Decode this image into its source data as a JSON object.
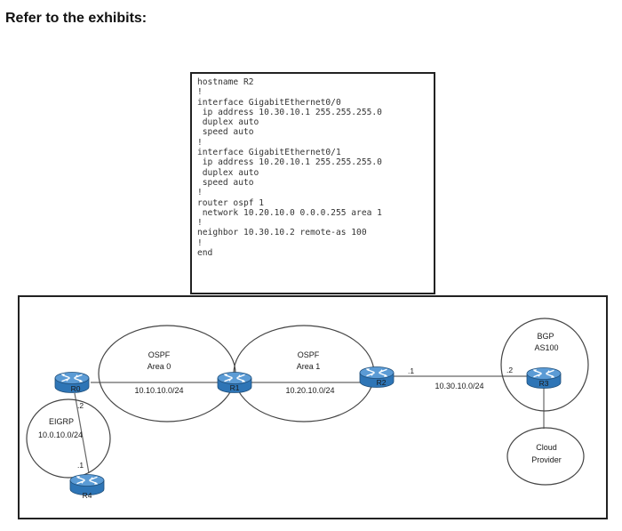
{
  "heading": "Refer to the exhibits:",
  "config_lines": [
    "hostname R2",
    "!",
    "interface GigabitEthernet0/0",
    " ip address 10.30.10.1 255.255.255.0",
    " duplex auto",
    " speed auto",
    "!",
    "interface GigabitEthernet0/1",
    " ip address 10.20.10.1 255.255.255.0",
    " duplex auto",
    " speed auto",
    "!",
    "router ospf 1",
    " network 10.20.10.0 0.0.0.255 area 1",
    "!",
    "neighbor 10.30.10.2 remote-as 100",
    "!",
    "end"
  ],
  "topology": {
    "routers": {
      "r0": "R0",
      "r1": "R1",
      "r2": "R2",
      "r3": "R3",
      "r4": "R4"
    },
    "areas": {
      "ospf0_line1": "OSPF",
      "ospf0_line2": "Area 0",
      "ospf1_line1": "OSPF",
      "ospf1_line2": "Area 1",
      "eigrp_line1": "EIGRP",
      "eigrp_line2": "10.0.10.0/24",
      "bgp_line1": "BGP",
      "bgp_line2": "AS100",
      "cloud_line1": "Cloud",
      "cloud_line2": "Provider"
    },
    "subnets": {
      "r0_r1": "10.10.10.0/24",
      "r1_r2": "10.20.10.0/24",
      "r2_r3": "10.30.10.0/24"
    },
    "host_ids": {
      "r0_eigrp": ".2",
      "r4_eigrp": ".1",
      "r2_r3_side_r2": ".1",
      "r2_r3_side_r3": ".2"
    },
    "colors": {
      "router_top": "#5b9bd5",
      "router_side": "#2e75b6",
      "router_edge": "#1f4e79"
    }
  }
}
